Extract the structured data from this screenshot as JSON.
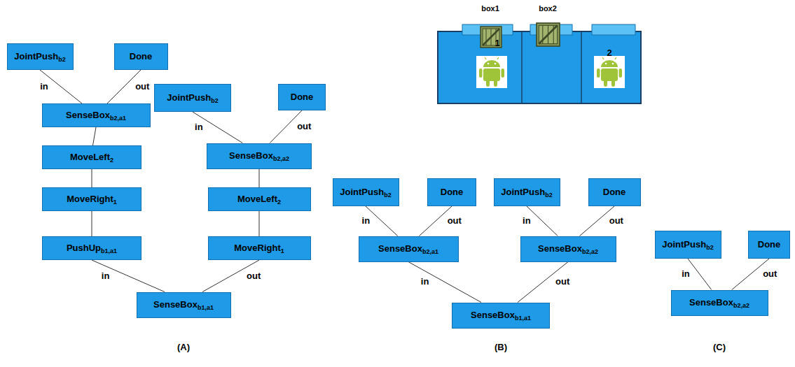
{
  "diagram": {
    "nodes": [
      {
        "text": [
          "JointPushb2"
        ]
      },
      {
        "text": [
          "Done"
        ]
      },
      {
        "text": [
          "SenseBoxb2,a1"
        ]
      },
      {
        "text": [
          "MoveLeft2"
        ]
      },
      {
        "text": [
          "MoveRight1"
        ]
      },
      {
        "text": [
          "PushUpb1,a1"
        ]
      },
      {
        "text": [
          "JointPushb2"
        ]
      },
      {
        "text": [
          "Done"
        ]
      },
      {
        "text": [
          "SenseBoxb2,a2"
        ]
      },
      {
        "text": [
          "MoveLeft2"
        ]
      },
      {
        "text": [
          "MoveRight1"
        ]
      },
      {
        "text": [
          "SenseBoxb1,a1"
        ]
      },
      {
        "text": [
          "JointPushb2"
        ]
      },
      {
        "text": [
          "Done"
        ]
      },
      {
        "text": [
          "JointPushb2"
        ]
      },
      {
        "text": [
          "Done"
        ]
      },
      {
        "text": [
          "SenseBoxb2,a1"
        ]
      },
      {
        "text": [
          "SenseBoxb2,a2"
        ]
      },
      {
        "text": [
          "SenseBoxb1,a1"
        ]
      },
      {
        "text": [
          "JointPushb2"
        ]
      },
      {
        "text": [
          "Done"
        ]
      },
      {
        "text": [
          "SenseBoxb2,a2"
        ]
      }
    ],
    "edges": [
      {
        "from": 2,
        "to": 0,
        "arrow": "none",
        "label": "in"
      },
      {
        "from": 2,
        "to": 1,
        "arrow": "none",
        "label": "out"
      },
      {
        "from": 3,
        "to": 2,
        "arrow": "none"
      },
      {
        "from": 4,
        "to": 3,
        "arrow": "none"
      },
      {
        "from": 5,
        "to": 4,
        "arrow": "none"
      },
      {
        "from": 11,
        "to": 5,
        "arrow": "none",
        "label": "in"
      },
      {
        "from": 11,
        "to": 10,
        "arrow": "none",
        "label": "out"
      },
      {
        "from": 10,
        "to": 9,
        "arrow": "none"
      },
      {
        "from": 9,
        "to": 8,
        "arrow": "none"
      },
      {
        "from": 8,
        "to": 6,
        "arrow": "none",
        "label": "in"
      },
      {
        "from": 8,
        "to": 7,
        "arrow": "none",
        "label": "out"
      },
      {
        "from": 16,
        "to": 12,
        "arrow": "none",
        "label": "in"
      },
      {
        "from": 16,
        "to": 13,
        "arrow": "none",
        "label": "out"
      },
      {
        "from": 17,
        "to": 14,
        "arrow": "none",
        "label": "in"
      },
      {
        "from": 17,
        "to": 15,
        "arrow": "none",
        "label": "out"
      },
      {
        "from": 18,
        "to": 16,
        "arrow": "none",
        "label": "in"
      },
      {
        "from": 18,
        "to": 17,
        "arrow": "none",
        "label": "out"
      },
      {
        "from": 21,
        "to": 19,
        "arrow": "none",
        "label": "in"
      },
      {
        "from": 21,
        "to": 20,
        "arrow": "none",
        "label": "out"
      }
    ],
    "labels": [
      "box1",
      "box2",
      "1",
      "2",
      "(A)",
      "(B)",
      "(C)"
    ]
  }
}
